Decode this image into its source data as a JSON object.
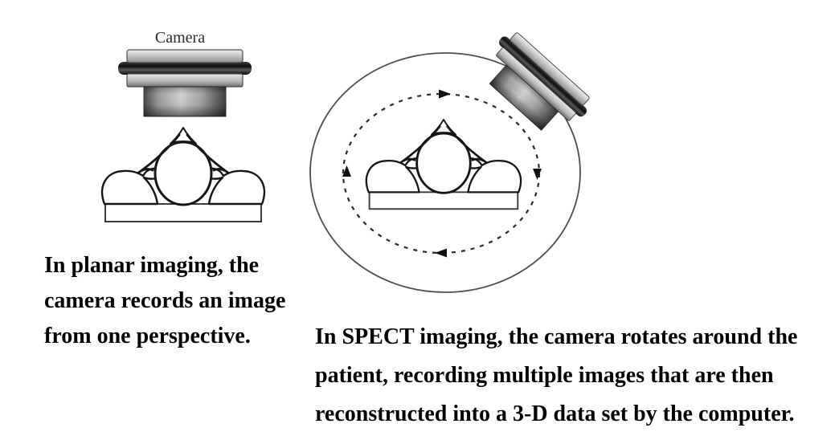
{
  "planar": {
    "camera_label": "Camera",
    "caption": "In planar imaging, the\ncamera records an image\nfrom one perspective."
  },
  "spect": {
    "caption": "In SPECT imaging, the camera rotates around the\npatient, recording multiple images that are then\nreconstructed into a 3-D data set by the computer."
  },
  "icons": {
    "planar_camera": "gamma-camera-icon",
    "spect_camera": "rotated-gamma-camera-icon",
    "patient": "patient-on-table-cross-section-icon",
    "gantry_circle": "gantry-circle-icon",
    "rotation_path": "dashed-rotation-path-icon",
    "rotation_arrows": "clockwise-arrowhead-icons"
  },
  "colors": {
    "background": "#ffffff",
    "ink": "#161616",
    "outline_gray": "#4d4d4d",
    "camera_light": "#d6d6d6",
    "camera_dark": "#101010",
    "text": "#030303"
  }
}
